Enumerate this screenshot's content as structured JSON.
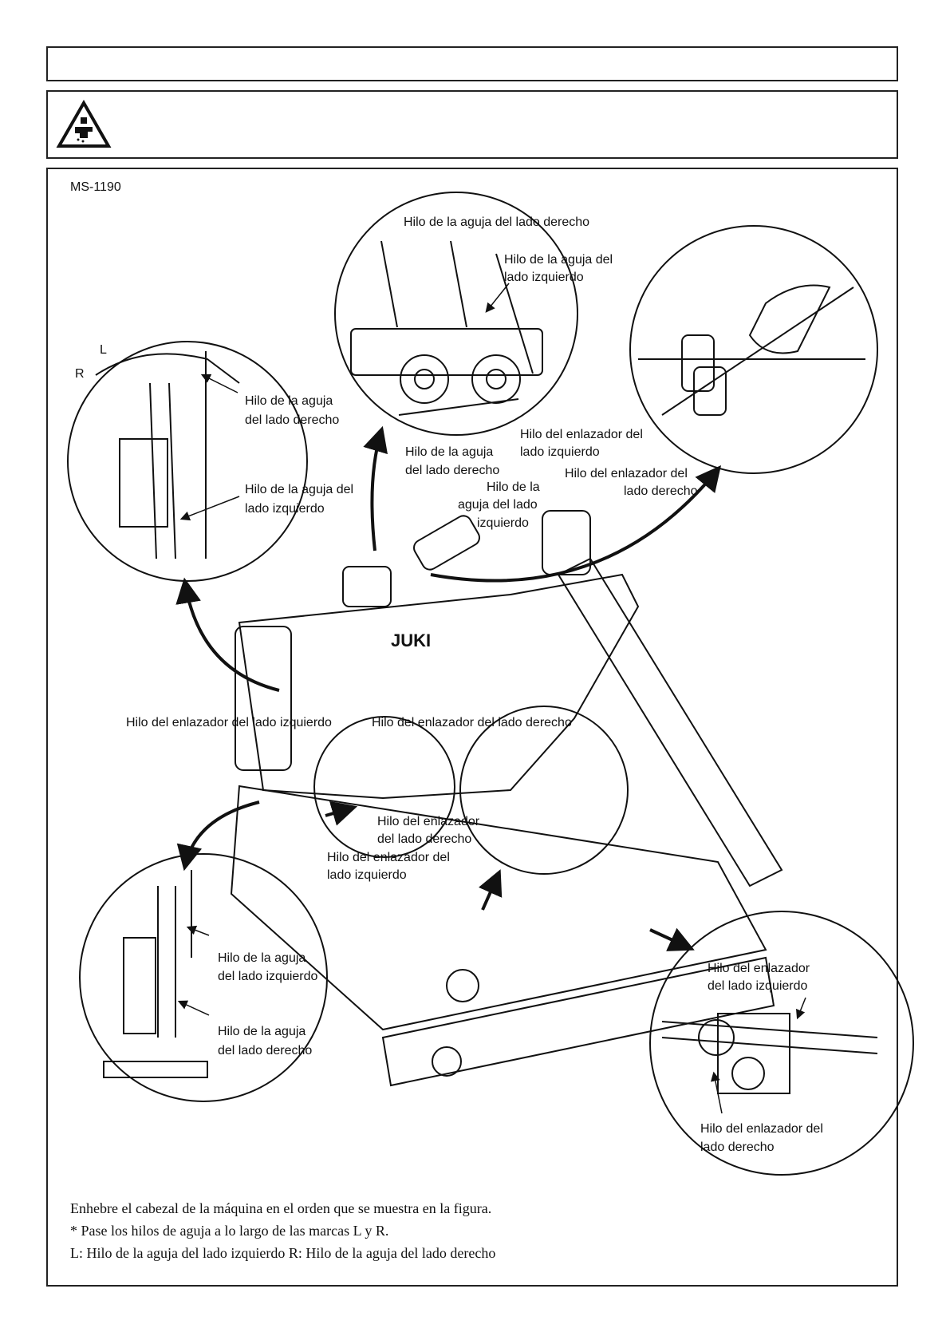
{
  "model": "MS-1190",
  "brand": "JUKI",
  "labels": {
    "top_right_needle": "Hilo de la aguja del lado derecho",
    "top_left_needle_1": "Hilo de la aguja del",
    "top_left_needle_2": "lado izquierdo",
    "mark_L": "L",
    "mark_R": "R",
    "lr_right_needle_1": "Hilo de la aguja",
    "lr_right_needle_2": "del lado derecho",
    "lr_left_needle_1": "Hilo de la aguja del",
    "lr_left_needle_2": "lado izquierdo",
    "mid_right_needle_1": "Hilo de la aguja",
    "mid_right_needle_2": "del lado derecho",
    "mid_left_looper_1": "Hilo del enlazador del",
    "mid_left_looper_2": "lado izquierdo",
    "mid_left_needle_1": "Hilo de la",
    "mid_left_needle_2": "aguja del lado",
    "mid_left_needle_3": "izquierdo",
    "mid_right_looper_1": "Hilo del enlazador del",
    "mid_right_looper_2": "lado derecho",
    "looper_left_line": "Hilo del enlazador del lado izquierdo",
    "looper_right_line": "Hilo del enlazador del lado derecho",
    "inner_right_looper_1": "Hilo del enlazador",
    "inner_right_looper_2": "del lado derecho",
    "inner_left_looper_1": "Hilo del enlazador del",
    "inner_left_looper_2": "lado izquierdo",
    "bl_left_needle_1": "Hilo de la aguja",
    "bl_left_needle_2": "del lado izquierdo",
    "bl_right_needle_1": "Hilo de la aguja",
    "bl_right_needle_2": "del lado derecho",
    "br_left_looper_1": "Hilo del enlazador",
    "br_left_looper_2": "del lado izquierdo",
    "br_right_looper_1": "Hilo del enlazador del",
    "br_right_looper_2": "lado derecho"
  },
  "caption": {
    "line1": "Enhebre el cabezal de la máquina en el orden que se muestra en la figura.",
    "line2": "* Pase los hilos de aguja a lo largo de las marcas L y R.",
    "line3": "L:  Hilo de la aguja del lado izquierdo  R:  Hilo de la aguja del lado derecho"
  },
  "icons": [
    "hand-pinch-warning-icon"
  ]
}
